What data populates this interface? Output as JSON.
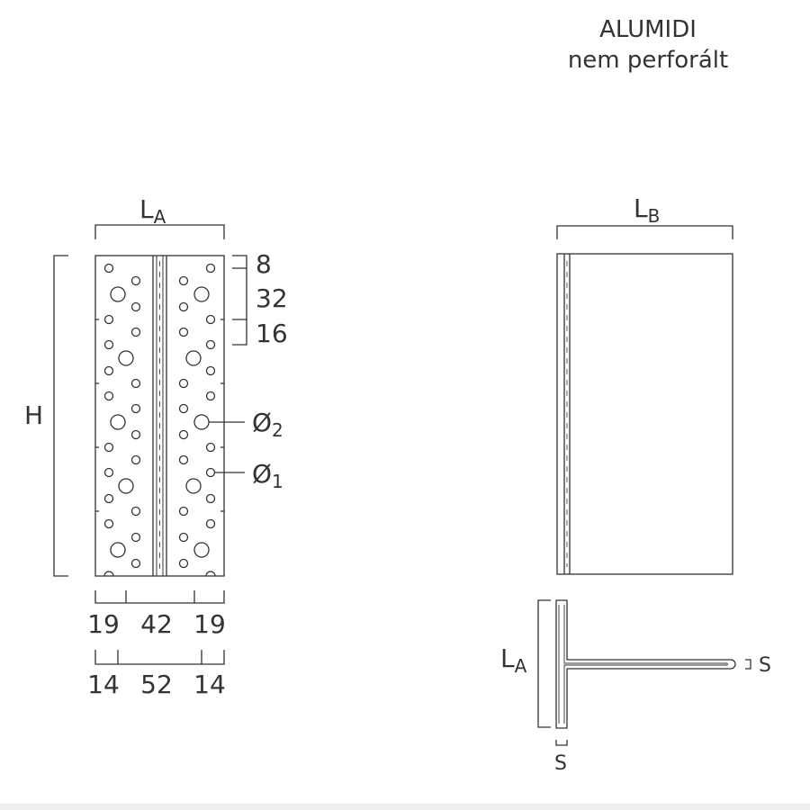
{
  "header": {
    "product_name": "ALUMIDI",
    "variant": "nem perforált"
  },
  "labels": {
    "width_a": {
      "main": "L",
      "sub": "A"
    },
    "width_b": {
      "main": "L",
      "sub": "B"
    },
    "height": "H",
    "hole_diameter_2": {
      "main": "Ø",
      "sub": "2"
    },
    "hole_diameter_1": {
      "main": "Ø",
      "sub": "1"
    },
    "thickness": "S"
  },
  "dimensions": {
    "vertical_spacing": [
      "8",
      "32",
      "16"
    ],
    "horizontal_row_1": [
      "19",
      "42",
      "19"
    ],
    "horizontal_row_2": [
      "14",
      "52",
      "14"
    ]
  },
  "colors": {
    "stroke": "#333333",
    "background": "#ffffff"
  }
}
